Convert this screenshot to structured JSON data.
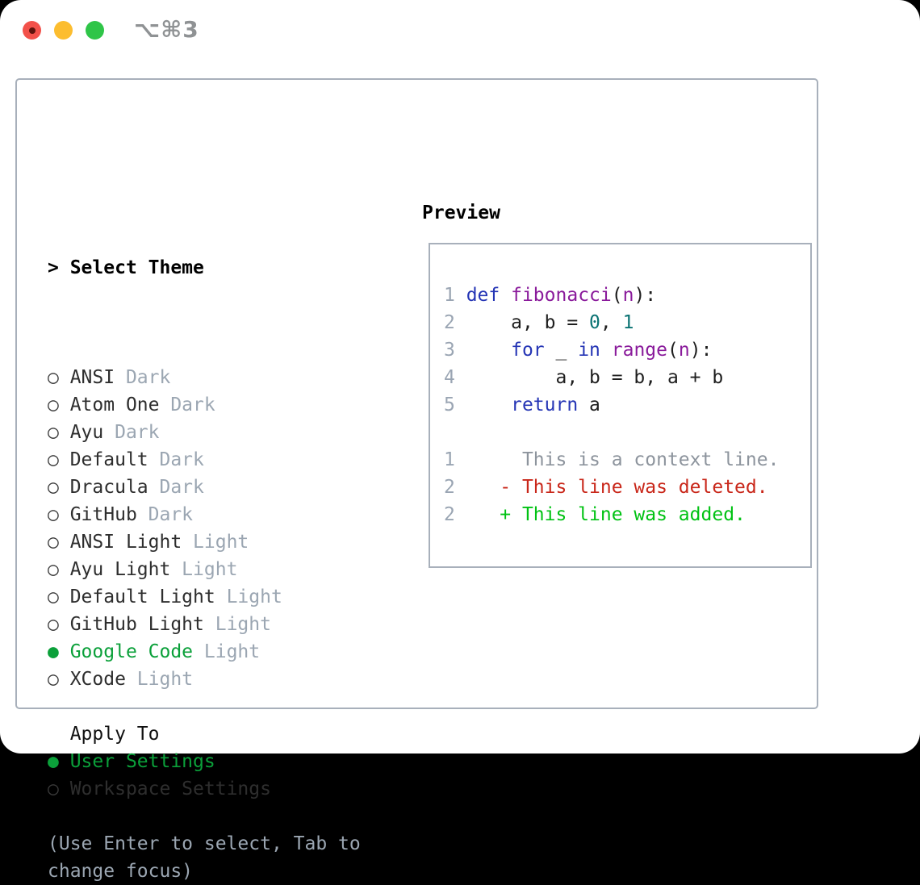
{
  "window": {
    "title": "⌥⌘3"
  },
  "colors": {
    "panel_border": "#a8b0bb",
    "selected_green": "#0ba03a",
    "muted_gray": "#9ba6b2",
    "keyword_blue": "#2535b5",
    "function_purple": "#8a1b9b",
    "number_teal": "#0b7373",
    "diff_deleted_red": "#c9271a",
    "diff_added_green": "#00c213",
    "traffic_red": "#f2514a",
    "traffic_yellow": "#fcbd2f",
    "traffic_green": "#2fc548"
  },
  "theme_panel": {
    "header": {
      "prefix": "> ",
      "label": "Select Theme"
    },
    "items": [
      {
        "name": "ANSI",
        "variant": "Dark",
        "selected": false
      },
      {
        "name": "Atom One",
        "variant": "Dark",
        "selected": false
      },
      {
        "name": "Ayu",
        "variant": "Dark",
        "selected": false
      },
      {
        "name": "Default",
        "variant": "Dark",
        "selected": false
      },
      {
        "name": "Dracula",
        "variant": "Dark",
        "selected": false
      },
      {
        "name": "GitHub",
        "variant": "Dark",
        "selected": false
      },
      {
        "name": "ANSI Light",
        "variant": "Light",
        "selected": false
      },
      {
        "name": "Ayu Light",
        "variant": "Light",
        "selected": false
      },
      {
        "name": "Default Light",
        "variant": "Light",
        "selected": false
      },
      {
        "name": "GitHub Light",
        "variant": "Light",
        "selected": false
      },
      {
        "name": "Google Code",
        "variant": "Light",
        "selected": true
      },
      {
        "name": "XCode",
        "variant": "Light",
        "selected": false
      }
    ],
    "apply_to": {
      "label": "Apply To",
      "options": [
        {
          "name": "User Settings",
          "selected": true
        },
        {
          "name": "Workspace Settings",
          "selected": false
        }
      ]
    },
    "hint_lines": [
      "(Use Enter to select, Tab to",
      "change focus)"
    ]
  },
  "preview": {
    "label": "Preview",
    "code_lines": [
      [
        {
          "t": "1 ",
          "c": "ln"
        },
        {
          "t": "def",
          "c": "kw"
        },
        {
          "t": " ",
          "c": "pl"
        },
        {
          "t": "fibonacci",
          "c": "fn"
        },
        {
          "t": "(",
          "c": "pl"
        },
        {
          "t": "n",
          "c": "fn"
        },
        {
          "t": "):",
          "c": "pl"
        }
      ],
      [
        {
          "t": "2 ",
          "c": "ln"
        },
        {
          "t": "    a, b = ",
          "c": "pl"
        },
        {
          "t": "0",
          "c": "nm"
        },
        {
          "t": ", ",
          "c": "pl"
        },
        {
          "t": "1",
          "c": "nm"
        }
      ],
      [
        {
          "t": "3 ",
          "c": "ln"
        },
        {
          "t": "    ",
          "c": "pl"
        },
        {
          "t": "for",
          "c": "kw"
        },
        {
          "t": " _ ",
          "c": "pl"
        },
        {
          "t": "in",
          "c": "kw"
        },
        {
          "t": " ",
          "c": "pl"
        },
        {
          "t": "range",
          "c": "fn"
        },
        {
          "t": "(",
          "c": "pl"
        },
        {
          "t": "n",
          "c": "fn"
        },
        {
          "t": "):",
          "c": "pl"
        }
      ],
      [
        {
          "t": "4 ",
          "c": "ln"
        },
        {
          "t": "        a, b = b, a + b",
          "c": "pl"
        }
      ],
      [
        {
          "t": "5 ",
          "c": "ln"
        },
        {
          "t": "    ",
          "c": "pl"
        },
        {
          "t": "return",
          "c": "kw"
        },
        {
          "t": " a",
          "c": "pl"
        }
      ],
      [],
      [
        {
          "t": "1 ",
          "c": "ln"
        },
        {
          "t": "     This is a context line.",
          "c": "ctx"
        }
      ],
      [
        {
          "t": "2 ",
          "c": "ln"
        },
        {
          "t": "   - This line was deleted.",
          "c": "del"
        }
      ],
      [
        {
          "t": "2 ",
          "c": "ln"
        },
        {
          "t": "   + This line was added.",
          "c": "add"
        }
      ]
    ]
  }
}
